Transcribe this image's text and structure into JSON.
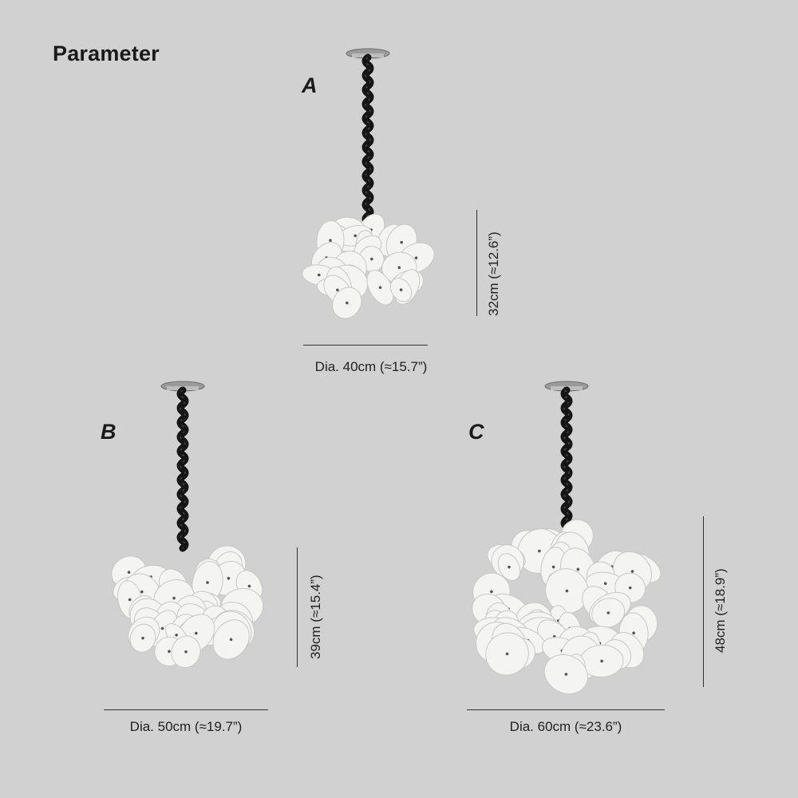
{
  "title": "Parameter",
  "colors": {
    "background": "#d1d1d1",
    "disc": "#f4f4f2",
    "cord": "#151515",
    "canopy": "#9a9a9a",
    "dimension_line": "#333333"
  },
  "variants": [
    {
      "letter": "A",
      "diameter_label": "Dia. 40cm (≈15.7”)",
      "height_label": "32cm (≈12.6”)"
    },
    {
      "letter": "B",
      "diameter_label": "Dia. 50cm (≈19.7”)",
      "height_label": "39cm (≈15.4”)"
    },
    {
      "letter": "C",
      "diameter_label": "Dia. 60cm (≈23.6”)",
      "height_label": "48cm (≈18.9”)"
    }
  ]
}
